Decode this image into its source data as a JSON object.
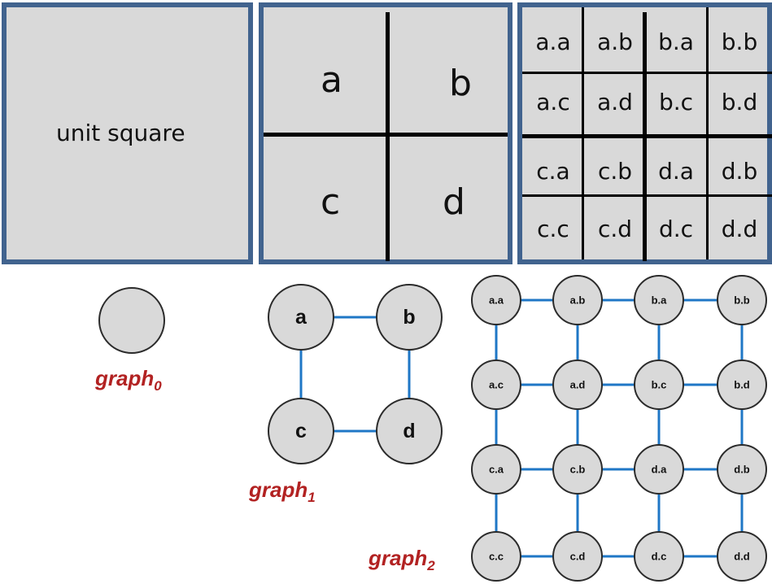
{
  "panels": {
    "unit_square": {
      "label": "unit square"
    },
    "level1": {
      "cells": [
        "a",
        "b",
        "c",
        "d"
      ]
    },
    "level2": {
      "cells": [
        "a.a",
        "a.b",
        "b.a",
        "b.b",
        "a.c",
        "a.d",
        "b.c",
        "b.d",
        "c.a",
        "c.b",
        "d.a",
        "d.b",
        "c.c",
        "c.d",
        "d.c",
        "d.d"
      ]
    }
  },
  "graphs": {
    "graph0": {
      "label_base": "graph",
      "label_sub": "0"
    },
    "graph1": {
      "label_base": "graph",
      "label_sub": "1",
      "nodes": [
        "a",
        "b",
        "c",
        "d"
      ]
    },
    "graph2": {
      "label_base": "graph",
      "label_sub": "2",
      "nodes": [
        "a.a",
        "a.b",
        "b.a",
        "b.b",
        "a.c",
        "a.d",
        "b.c",
        "b.d",
        "c.a",
        "c.b",
        "d.a",
        "d.b",
        "c.c",
        "c.d",
        "d.c",
        "d.d"
      ]
    }
  },
  "colors": {
    "panel_fill": "#d9d9d9",
    "panel_border": "#41638e",
    "edge": "#1f77c6",
    "graph_label": "#b22222"
  }
}
